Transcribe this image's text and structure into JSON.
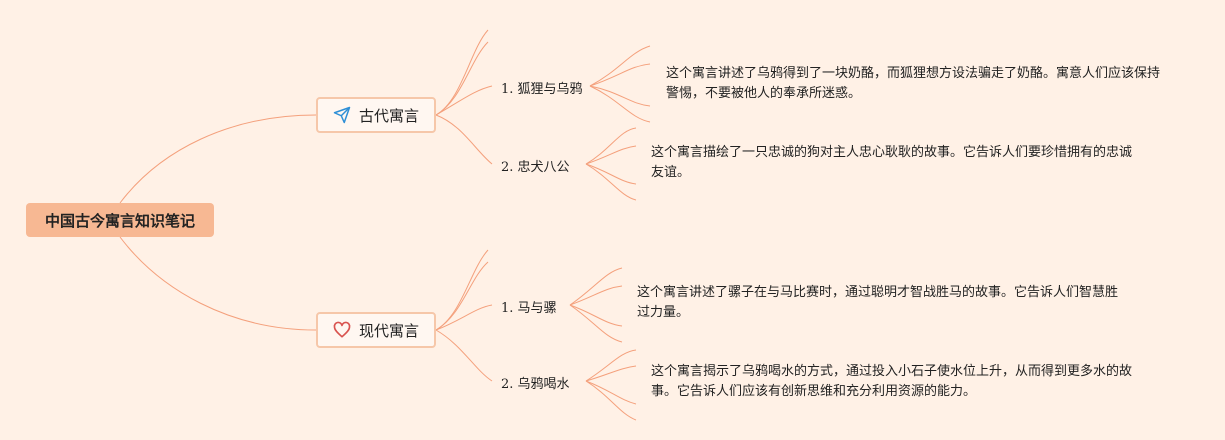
{
  "root": {
    "label": "中国古今寓言知识笔记"
  },
  "topics": [
    {
      "label": "古代寓言",
      "icon": "paper-plane-icon",
      "children": [
        {
          "label": "1. 狐狸与乌鸦",
          "desc": "这个寓言讲述了乌鸦得到了一块奶酪，而狐狸想方设法骗走了奶酪。寓意人们应该保持警惕，不要被他人的奉承所迷惑。"
        },
        {
          "label": "2. 忠犬八公",
          "desc": "这个寓言描绘了一只忠诚的狗对主人忠心耿耿的故事。它告诉人们要珍惜拥有的忠诚友谊。"
        }
      ]
    },
    {
      "label": "现代寓言",
      "icon": "heart-icon",
      "children": [
        {
          "label": "1. 马与骡",
          "desc": "这个寓言讲述了骡子在与马比赛时，通过聪明才智战胜马的故事。它告诉人们智慧胜过力量。"
        },
        {
          "label": "2. 乌鸦喝水",
          "desc": "这个寓言揭示了乌鸦喝水的方式，通过投入小石子使水位上升，从而得到更多水的故事。它告诉人们应该有创新思维和充分利用资源的能力。"
        }
      ]
    }
  ],
  "colors": {
    "background": "#fff1e6",
    "root": "#f7b893",
    "line": "#f4a07c",
    "topic_border": "#f6c7a9",
    "icon_accent": "#2e8fd6",
    "heart": "#d9534f"
  }
}
